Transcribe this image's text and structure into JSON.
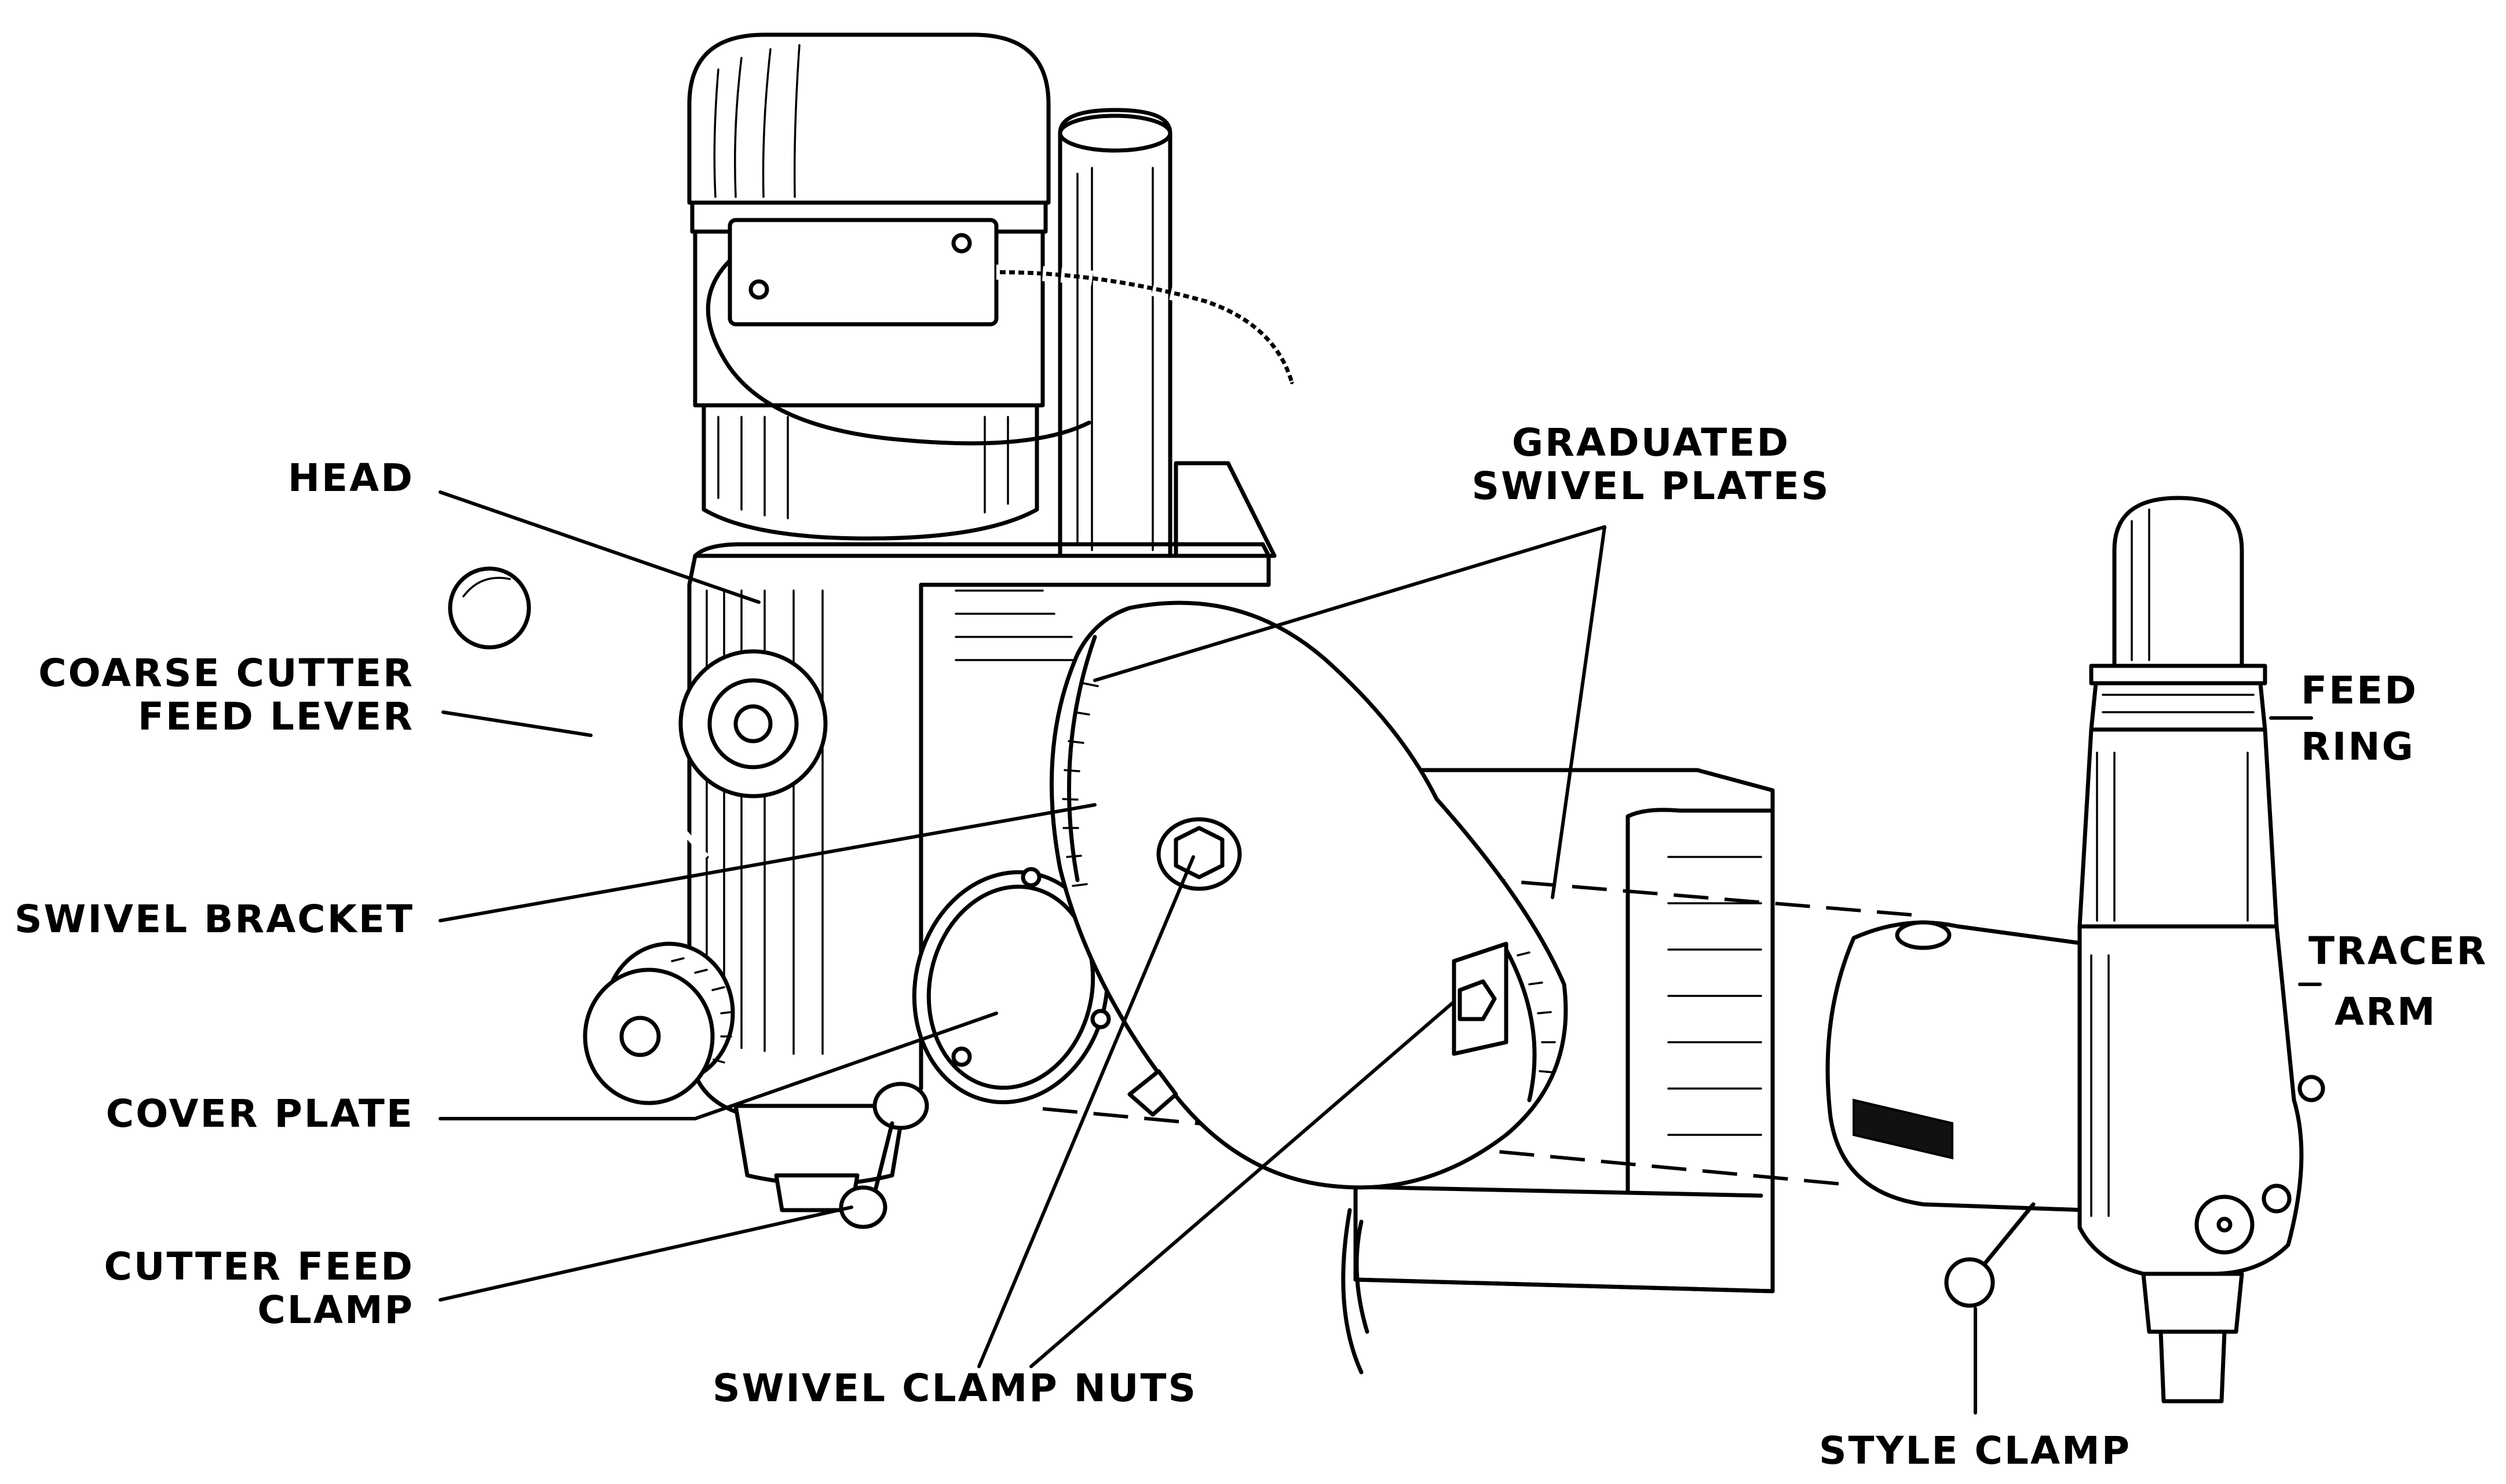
{
  "labels": {
    "head": "HEAD",
    "coarse_cutter_1": "COARSE CUTTER",
    "coarse_cutter_2": "FEED LEVER",
    "swivel_bracket": "SWIVEL BRACKET",
    "cover_plate": "COVER PLATE",
    "cutter_clamp_1": "CUTTER FEED",
    "cutter_clamp_2": "CLAMP",
    "graduated_1": "GRADUATED",
    "graduated_2": "SWIVEL PLATES",
    "swivel_nuts": "SWIVEL CLAMP NUTS",
    "feed_ring_1": "FEED",
    "feed_ring_2": "RING",
    "tracer_1": "TRACER",
    "tracer_2": "ARM",
    "style_clamp": "STYLE CLAMP"
  },
  "colors": {
    "ink": "#000000",
    "paper": "#ffffff"
  }
}
